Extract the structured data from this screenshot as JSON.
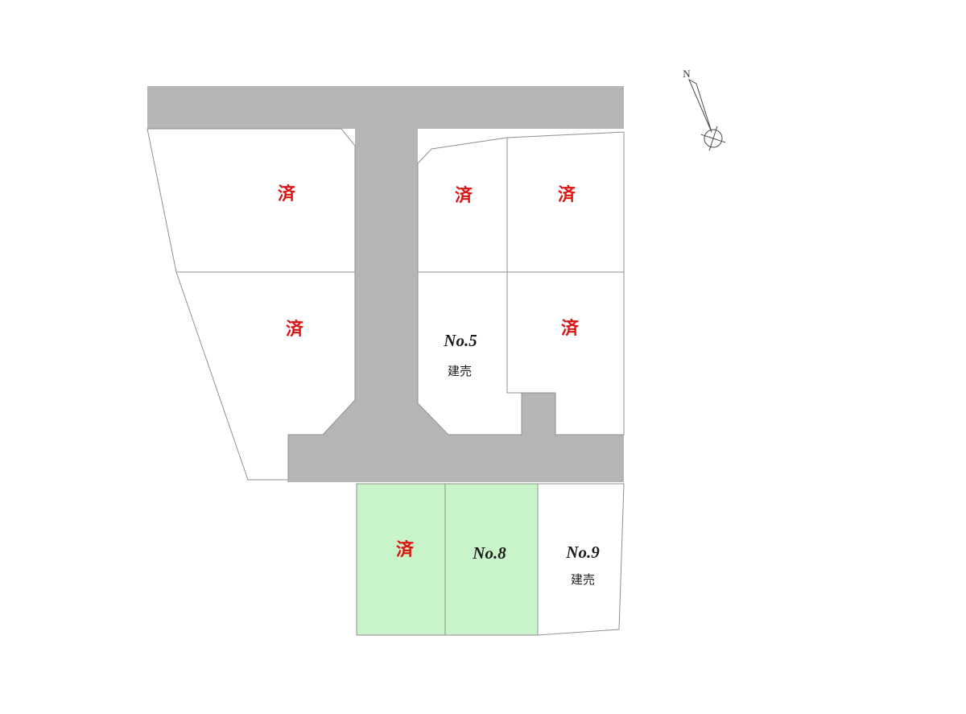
{
  "colors": {
    "background": "#ffffff",
    "road": "#b5b5b5",
    "lot_fill": "#ffffff",
    "available_fill": "#c9f4c9",
    "sold_red": "#dd1111",
    "text": "#1c1c1c"
  },
  "compass": {
    "north_label": "N"
  },
  "lots": {
    "west_upper": {
      "status": "済"
    },
    "west_lower": {
      "status": "済"
    },
    "center_upper": {
      "status": "済"
    },
    "center_lower": {
      "number": "No.5",
      "note": "建売"
    },
    "east_upper": {
      "status": "済"
    },
    "east_lower": {
      "status": "済"
    },
    "south_west": {
      "status": "済"
    },
    "south_center": {
      "number": "No.8"
    },
    "south_east": {
      "number": "No.9",
      "note": "建売"
    }
  }
}
